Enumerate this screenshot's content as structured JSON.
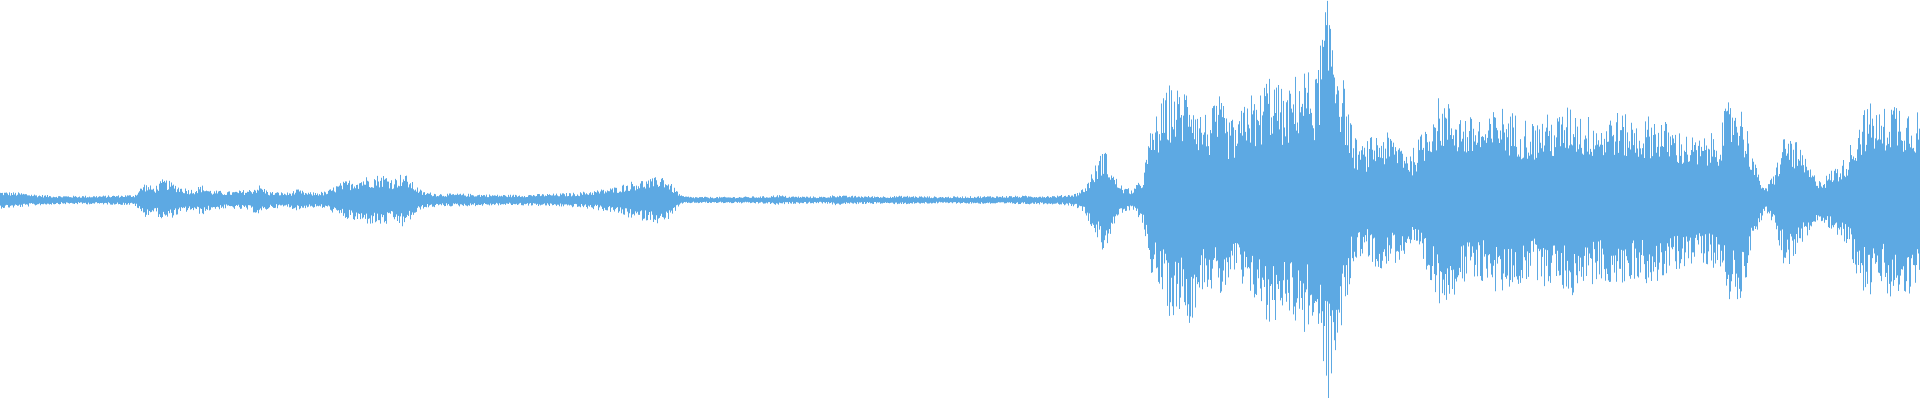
{
  "waveform": {
    "color": "#5DA9E3",
    "background": "#FFFFFF",
    "samples": 480,
    "envelope": [
      [
        0.0,
        0.04
      ],
      [
        0.01,
        0.035
      ],
      [
        0.02,
        0.025
      ],
      [
        0.03,
        0.02
      ],
      [
        0.04,
        0.02
      ],
      [
        0.05,
        0.02
      ],
      [
        0.06,
        0.022
      ],
      [
        0.07,
        0.025
      ],
      [
        0.075,
        0.08
      ],
      [
        0.08,
        0.06
      ],
      [
        0.085,
        0.1
      ],
      [
        0.09,
        0.08
      ],
      [
        0.095,
        0.06
      ],
      [
        0.1,
        0.05
      ],
      [
        0.105,
        0.07
      ],
      [
        0.11,
        0.045
      ],
      [
        0.12,
        0.04
      ],
      [
        0.13,
        0.05
      ],
      [
        0.135,
        0.07
      ],
      [
        0.14,
        0.04
      ],
      [
        0.15,
        0.035
      ],
      [
        0.155,
        0.05
      ],
      [
        0.16,
        0.035
      ],
      [
        0.17,
        0.04
      ],
      [
        0.175,
        0.07
      ],
      [
        0.18,
        0.09
      ],
      [
        0.19,
        0.11
      ],
      [
        0.2,
        0.12
      ],
      [
        0.205,
        0.1
      ],
      [
        0.21,
        0.13
      ],
      [
        0.215,
        0.08
      ],
      [
        0.22,
        0.04
      ],
      [
        0.23,
        0.03
      ],
      [
        0.24,
        0.03
      ],
      [
        0.25,
        0.028
      ],
      [
        0.26,
        0.025
      ],
      [
        0.27,
        0.025
      ],
      [
        0.28,
        0.028
      ],
      [
        0.29,
        0.03
      ],
      [
        0.3,
        0.035
      ],
      [
        0.31,
        0.045
      ],
      [
        0.32,
        0.06
      ],
      [
        0.33,
        0.09
      ],
      [
        0.34,
        0.1
      ],
      [
        0.345,
        0.12
      ],
      [
        0.35,
        0.07
      ],
      [
        0.355,
        0.02
      ],
      [
        0.36,
        0.015
      ],
      [
        0.38,
        0.015
      ],
      [
        0.4,
        0.018
      ],
      [
        0.405,
        0.025
      ],
      [
        0.41,
        0.018
      ],
      [
        0.43,
        0.016
      ],
      [
        0.435,
        0.025
      ],
      [
        0.44,
        0.02
      ],
      [
        0.46,
        0.018
      ],
      [
        0.47,
        0.02
      ],
      [
        0.49,
        0.016
      ],
      [
        0.51,
        0.018
      ],
      [
        0.53,
        0.02
      ],
      [
        0.55,
        0.02
      ],
      [
        0.56,
        0.03
      ],
      [
        0.565,
        0.06
      ],
      [
        0.57,
        0.15
      ],
      [
        0.575,
        0.25
      ],
      [
        0.58,
        0.12
      ],
      [
        0.585,
        0.06
      ],
      [
        0.59,
        0.05
      ],
      [
        0.595,
        0.1
      ],
      [
        0.6,
        0.35
      ],
      [
        0.605,
        0.45
      ],
      [
        0.61,
        0.55
      ],
      [
        0.615,
        0.5
      ],
      [
        0.62,
        0.58
      ],
      [
        0.625,
        0.42
      ],
      [
        0.63,
        0.4
      ],
      [
        0.635,
        0.48
      ],
      [
        0.64,
        0.38
      ],
      [
        0.645,
        0.36
      ],
      [
        0.65,
        0.52
      ],
      [
        0.655,
        0.45
      ],
      [
        0.66,
        0.6
      ],
      [
        0.665,
        0.55
      ],
      [
        0.67,
        0.48
      ],
      [
        0.675,
        0.58
      ],
      [
        0.68,
        0.62
      ],
      [
        0.685,
        0.55
      ],
      [
        0.69,
        0.88
      ],
      [
        0.693,
        0.95
      ],
      [
        0.697,
        0.7
      ],
      [
        0.7,
        0.55
      ],
      [
        0.705,
        0.3
      ],
      [
        0.71,
        0.25
      ],
      [
        0.715,
        0.3
      ],
      [
        0.72,
        0.32
      ],
      [
        0.725,
        0.3
      ],
      [
        0.73,
        0.28
      ],
      [
        0.735,
        0.22
      ],
      [
        0.74,
        0.3
      ],
      [
        0.745,
        0.42
      ],
      [
        0.75,
        0.48
      ],
      [
        0.755,
        0.45
      ],
      [
        0.76,
        0.42
      ],
      [
        0.765,
        0.38
      ],
      [
        0.77,
        0.4
      ],
      [
        0.775,
        0.36
      ],
      [
        0.78,
        0.45
      ],
      [
        0.785,
        0.42
      ],
      [
        0.79,
        0.4
      ],
      [
        0.795,
        0.38
      ],
      [
        0.8,
        0.36
      ],
      [
        0.805,
        0.4
      ],
      [
        0.81,
        0.38
      ],
      [
        0.815,
        0.42
      ],
      [
        0.82,
        0.45
      ],
      [
        0.825,
        0.38
      ],
      [
        0.83,
        0.4
      ],
      [
        0.835,
        0.36
      ],
      [
        0.84,
        0.42
      ],
      [
        0.845,
        0.4
      ],
      [
        0.85,
        0.38
      ],
      [
        0.855,
        0.36
      ],
      [
        0.86,
        0.4
      ],
      [
        0.865,
        0.38
      ],
      [
        0.87,
        0.35
      ],
      [
        0.875,
        0.32
      ],
      [
        0.88,
        0.3
      ],
      [
        0.885,
        0.28
      ],
      [
        0.89,
        0.3
      ],
      [
        0.895,
        0.32
      ],
      [
        0.9,
        0.45
      ],
      [
        0.905,
        0.5
      ],
      [
        0.91,
        0.35
      ],
      [
        0.915,
        0.15
      ],
      [
        0.92,
        0.05
      ],
      [
        0.925,
        0.15
      ],
      [
        0.93,
        0.32
      ],
      [
        0.935,
        0.28
      ],
      [
        0.94,
        0.2
      ],
      [
        0.945,
        0.12
      ],
      [
        0.95,
        0.1
      ],
      [
        0.955,
        0.15
      ],
      [
        0.96,
        0.18
      ],
      [
        0.965,
        0.28
      ],
      [
        0.97,
        0.42
      ],
      [
        0.975,
        0.45
      ],
      [
        0.98,
        0.4
      ],
      [
        0.985,
        0.48
      ],
      [
        0.99,
        0.46
      ],
      [
        0.995,
        0.44
      ],
      [
        1.0,
        0.42
      ]
    ]
  }
}
